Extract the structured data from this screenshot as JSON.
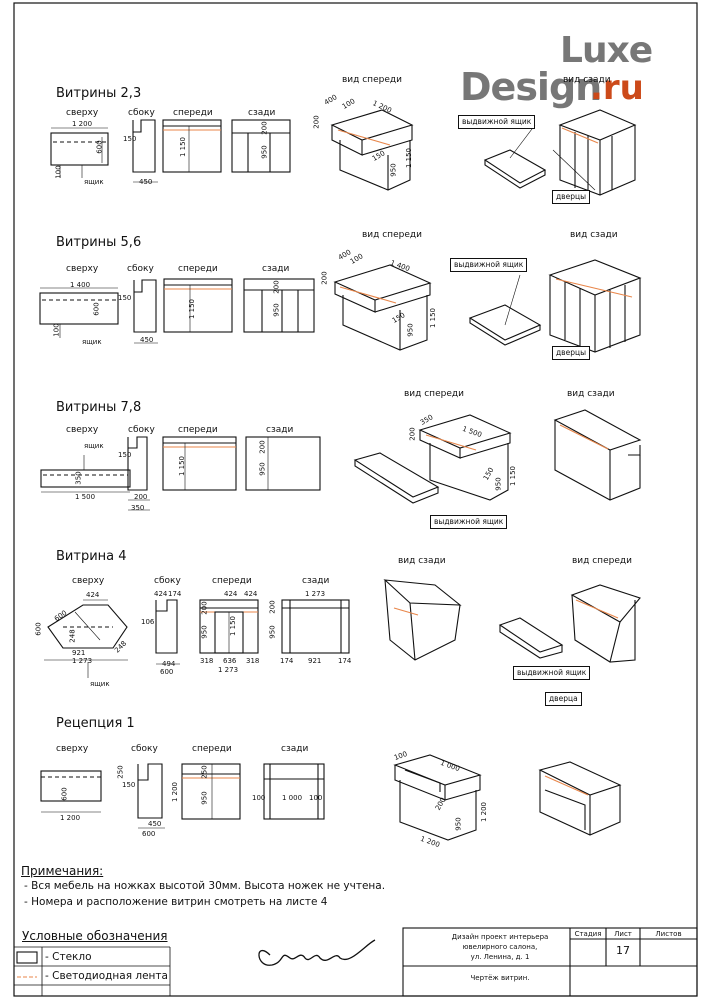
{
  "logo": {
    "line1": "Luxe",
    "line2": "Design",
    "suffix": ".ru"
  },
  "sections": {
    "s23": {
      "title": "Витрины 2,3",
      "top": "сверху",
      "side": "сбоку",
      "front": "спереди",
      "back": "сзади",
      "v_front": "вид спереди",
      "v_back": "вид сзади",
      "drawer": "выдвижной ящик",
      "doors": "дверцы",
      "box": "ящик"
    },
    "s56": {
      "title": "Витрины 5,6",
      "top": "сверху",
      "side": "сбоку",
      "front": "спереди",
      "back": "сзади",
      "v_front": "вид спереди",
      "v_back": "вид сзади",
      "drawer": "выдвижной ящик",
      "doors": "дверцы",
      "box": "ящик"
    },
    "s78": {
      "title": "Витрины 7,8",
      "top": "сверху",
      "side": "сбоку",
      "front": "спереди",
      "back": "сзади",
      "v_front": "вид спереди",
      "v_back": "вид сзади",
      "drawer": "выдвижной ящик",
      "box": "ящик"
    },
    "s4": {
      "title": "Витрина 4",
      "top": "сверху",
      "side": "сбоку",
      "front": "спереди",
      "back": "сзади",
      "v_back": "вид сзади",
      "v_front": "вид спереди",
      "drawer": "выдвижной ящик",
      "door": "дверца",
      "box": "ящик"
    },
    "r1": {
      "title": "Рецепция 1",
      "top": "сверху",
      "side": "сбоку",
      "front": "спереди",
      "back": "сзади"
    }
  },
  "dims": {
    "s23": {
      "w": "1 200",
      "d600": "600",
      "d100": "100",
      "h150": "150",
      "d450": "450",
      "h1150": "1 150",
      "h200": "200",
      "h950": "950",
      "i400": "400",
      "i100": "100",
      "i1200": "1 200",
      "i200": "200",
      "i150": "150",
      "i950": "950",
      "i1150": "1 150"
    },
    "s56": {
      "w": "1 400",
      "d600": "600",
      "d100": "100",
      "h150": "150",
      "d450": "450",
      "h1150": "1 150",
      "h200": "200",
      "h950": "950",
      "i400": "400",
      "i100": "100",
      "i1400": "1 400",
      "i200": "200",
      "i150": "150",
      "i950": "950",
      "i1150": "1 150"
    },
    "s78": {
      "w": "1 500",
      "d350": "350",
      "h150": "150",
      "d200": "200",
      "dd350": "350",
      "h1150": "1 150",
      "h200": "200",
      "h950": "950",
      "i350": "350",
      "i200": "200",
      "i1500": "1 500",
      "i150": "150",
      "i950": "950",
      "i1150": "1 150"
    },
    "s4": {
      "w424": "424",
      "w1273": "1 273",
      "w921": "921",
      "d600": "600",
      "d248": "248",
      "w174": "174",
      "h106": "106",
      "w494": "494",
      "w600": "600",
      "f424a": "424",
      "f424b": "424",
      "f424c": "424",
      "f318a": "318",
      "f636": "636",
      "f318b": "318",
      "f1273": "1 273",
      "h200": "200",
      "h950": "950",
      "h1150": "1 150",
      "b1273": "1 273",
      "b174a": "174",
      "b921": "921",
      "b174b": "174",
      "bh200": "200",
      "bh950": "950",
      "t600": "600",
      "t248": "248",
      "t921": "921"
    },
    "r1": {
      "w": "1 200",
      "d600": "600",
      "h250": "250",
      "h150": "150",
      "d450": "450",
      "d600b": "600",
      "h1200": "1 200",
      "fh250": "250",
      "fh950": "950",
      "b100a": "100",
      "b1000": "1 000",
      "b100b": "100",
      "i100": "100",
      "i1000": "1 000",
      "i200": "200",
      "i1200": "1 200",
      "i950": "950",
      "i1200h": "1 200"
    }
  },
  "notes": {
    "heading": "Примечания:",
    "items": [
      "- Вся мебель на ножках высотой 30мм. Высота ножек не учтена.",
      "- Номера и расположение витрин смотреть на листе 4"
    ]
  },
  "legend": {
    "heading": "Условные обозначения",
    "glass": "- Стекло",
    "led": "- Светодиодная лента"
  },
  "title_block": {
    "project": [
      "Дизайн проект интерьера",
      "ювелирного салона,",
      "ул. Ленина, д. 1"
    ],
    "sheet_title": "Чертёж витрин.",
    "stage_h": "Стадия",
    "sheet_h": "Лист",
    "sheets_h": "Листов",
    "stage": "",
    "sheet": "17",
    "sheets": ""
  },
  "colors": {
    "line": "#111111",
    "led": "#e8864a",
    "logo_gray": "#777777",
    "logo_accent": "#cc4a1a"
  }
}
